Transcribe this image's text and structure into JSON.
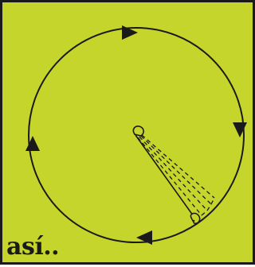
{
  "caption": "así..",
  "colors": {
    "background": "#c5d52b",
    "ink": "#1a1a1a"
  },
  "illustration": {
    "name": "circular-path-with-pendulum",
    "direction_arrows": 4,
    "arrow_direction": "clockwise"
  }
}
